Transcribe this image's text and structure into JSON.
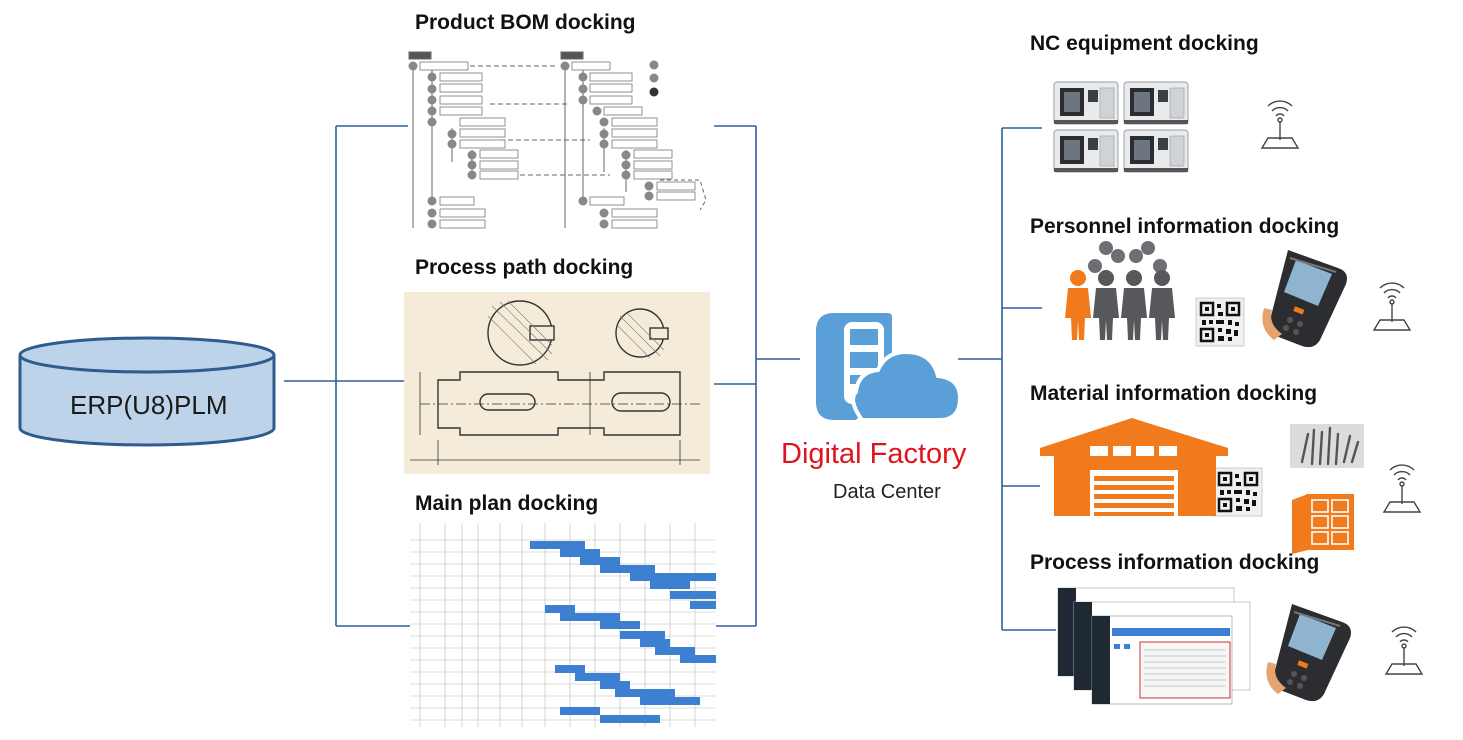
{
  "erp": {
    "label": "ERP(U8)PLM"
  },
  "center": {
    "title": "Digital Factory",
    "subtitle": "Data Center"
  },
  "left_sections": [
    {
      "title": "Product BOM docking"
    },
    {
      "title": "Process path docking"
    },
    {
      "title": "Main plan docking"
    }
  ],
  "right_sections": [
    {
      "title": "NC equipment docking"
    },
    {
      "title": "Personnel information docking"
    },
    {
      "title": "Material information docking"
    },
    {
      "title": "Process information docking"
    }
  ],
  "colors": {
    "connector": "#2e5f9e",
    "database_fill": "#bdd3ea",
    "database_stroke": "#2f5b8e",
    "cloud_blue": "#5a9fd8",
    "accent_orange": "#f07a1c",
    "people_gray": "#56585c",
    "gantt_blue": "#3d7fd1",
    "red_title": "#e0141e"
  },
  "icons": [
    "database-icon",
    "cloud-server-icon",
    "cnc-machine-icon",
    "people-icon",
    "qr-code-icon",
    "handheld-scanner-icon",
    "rfid-antenna-icon",
    "warehouse-icon",
    "storage-cabinet-icon",
    "tools-icon",
    "mes-screen-icon"
  ]
}
